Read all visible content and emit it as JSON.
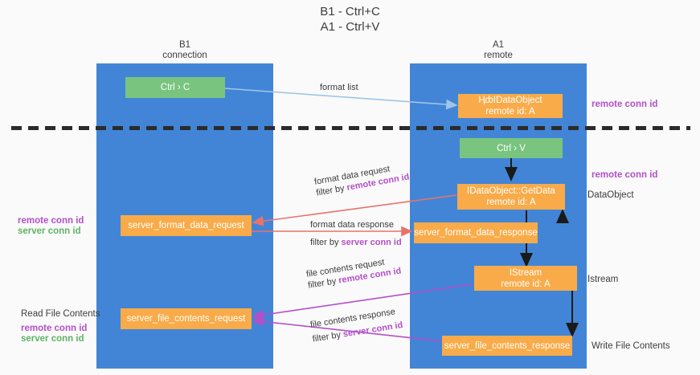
{
  "title": {
    "line1": "B1 - Ctrl+C",
    "line2": "A1 - Ctrl+V"
  },
  "columns": [
    {
      "name": "B1",
      "sub": "connection"
    },
    {
      "name": "A1",
      "sub": "remote"
    }
  ],
  "nodes": {
    "ctrl_c": "Ctrl › C",
    "ctrl_v": "Ctrl › V",
    "data_object_top_l1": "ӉȸIDataObject",
    "data_object_top_l2": "remote id: A",
    "get_data_l1": "IDataObject::GetData",
    "get_data_l2": "remote id: A",
    "istream_l1": "IStream",
    "istream_l2": "remote id: A",
    "server_format_data_request": "server_format_data_request",
    "server_format_data_response": "server_format_data_response",
    "server_file_contents_request": "server_file_contents_request",
    "server_file_contents_response": "server_file_contents_response"
  },
  "flows": {
    "format_list": "format list",
    "format_data_request": "format data request",
    "format_data_request_filter_pre": "filter by ",
    "format_data_request_filter_key": "remote conn id",
    "format_data_response": "format data response",
    "format_data_response_filter_pre": "filter by ",
    "format_data_response_filter_key": "server conn id",
    "file_contents_request": "file contents request",
    "file_contents_request_filter_pre": "filter by ",
    "file_contents_request_filter_key": "remote conn id",
    "file_contents_response": "file contents response",
    "file_contents_response_filter_pre": "filter by ",
    "file_contents_response_filter_key": "server conn id"
  },
  "margin_right": {
    "remote_conn_id_top": "remote conn id",
    "remote_conn_id_mid": "remote conn id",
    "data_object": "DataObject",
    "istream": "Istream",
    "write_file_contents": "Write File Contents"
  },
  "margin_left": {
    "remote_conn_id_mid": "remote conn id",
    "server_conn_id_mid": "server conn id",
    "read_file_contents": "Read File Contents",
    "remote_conn_id_bottom": "remote conn id",
    "server_conn_id_bottom": "server conn id"
  },
  "colors": {
    "lane": "#4285d6",
    "green_node": "#79c47f",
    "orange_node": "#f9ab49",
    "purple_text": "#b44fc8",
    "green_text": "#5fb364",
    "arrow_blue": "#9fc5e8",
    "arrow_red": "#e8736a",
    "arrow_magenta": "#b44fc8",
    "arrow_dark": "#1a1a1a",
    "background": "#fafafa"
  }
}
